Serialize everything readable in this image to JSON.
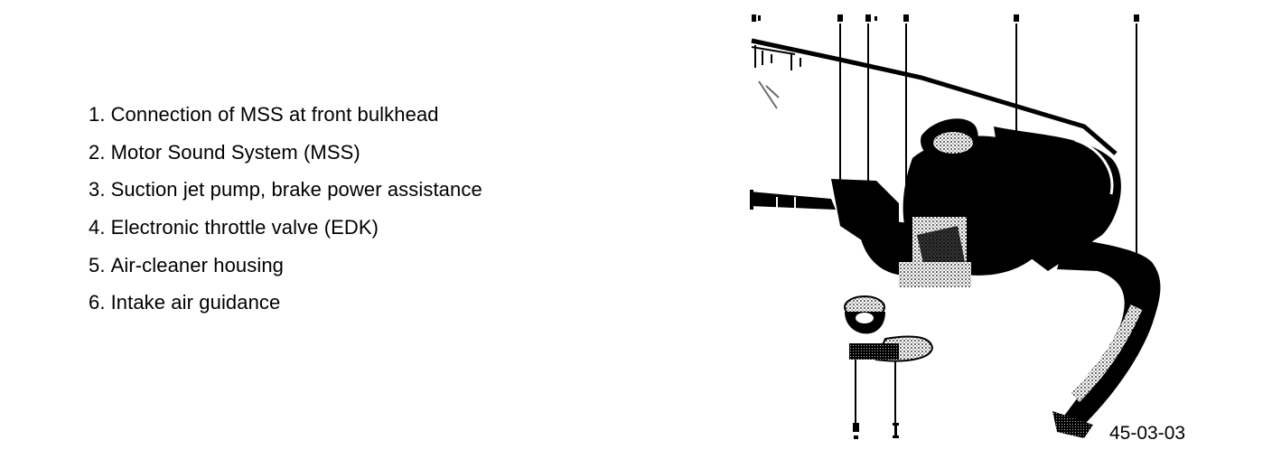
{
  "legend": {
    "items": [
      {
        "number": "1.",
        "text": "Connection of MSS at front bulkhead"
      },
      {
        "number": "2.",
        "text": "Motor Sound System (MSS)"
      },
      {
        "number": "3.",
        "text": "Suction jet pump, brake power assistance"
      },
      {
        "number": "4.",
        "text": "Electronic throttle valve (EDK)"
      },
      {
        "number": "5.",
        "text": "Air-cleaner housing"
      },
      {
        "number": "6.",
        "text": "Intake air guidance"
      }
    ]
  },
  "figure": {
    "code": "45-03-03",
    "colors": {
      "ink": "#000000",
      "paper": "#ffffff",
      "halftone": "#6b6b6b"
    }
  }
}
